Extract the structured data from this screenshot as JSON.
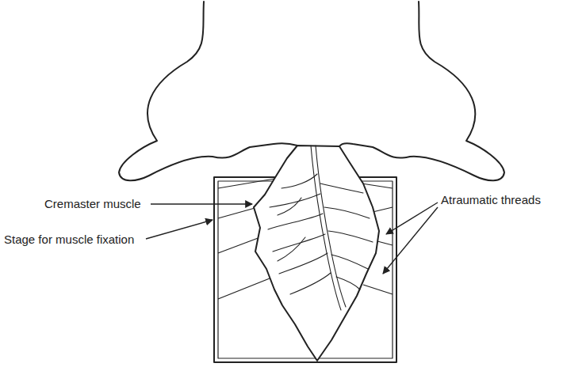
{
  "diagram": {
    "labels": [
      "Cremaster muscle",
      "Atraumatic threads",
      "Stage for muscle fixation"
    ]
  }
}
